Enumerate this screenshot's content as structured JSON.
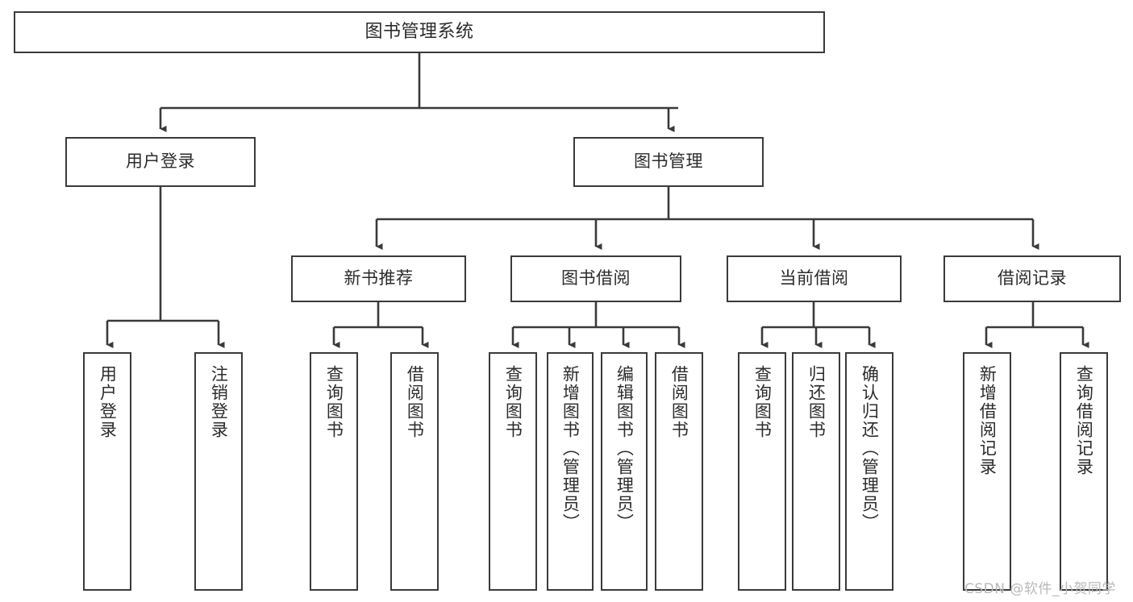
{
  "diagram": {
    "type": "tree-hierarchy",
    "title": "图书管理系统",
    "root": {
      "id": "root",
      "label": "图书管理系统"
    },
    "level1": [
      {
        "id": "user-login",
        "label": "用户登录"
      },
      {
        "id": "book-manage",
        "label": "图书管理"
      }
    ],
    "level2": [
      {
        "id": "new-book-rec",
        "label": "新书推荐",
        "parent": "book-manage"
      },
      {
        "id": "book-borrow",
        "label": "图书借阅",
        "parent": "book-manage"
      },
      {
        "id": "current-borrow",
        "label": "当前借阅",
        "parent": "book-manage"
      },
      {
        "id": "borrow-record",
        "label": "借阅记录",
        "parent": "book-manage"
      }
    ],
    "leaves": {
      "user-login": [
        {
          "id": "leaf-user-login",
          "label": "用户登录"
        },
        {
          "id": "leaf-user-logout",
          "label": "注销登录"
        }
      ],
      "new-book-rec": [
        {
          "id": "leaf-query-book-1",
          "label": "查询图书"
        },
        {
          "id": "leaf-borrow-book-1",
          "label": "借阅图书"
        }
      ],
      "book-borrow": [
        {
          "id": "leaf-query-book-2",
          "label": "查询图书"
        },
        {
          "id": "leaf-add-book",
          "label": "新增图书（管理员）"
        },
        {
          "id": "leaf-edit-book",
          "label": "编辑图书（管理员）"
        },
        {
          "id": "leaf-borrow-book-2",
          "label": "借阅图书"
        }
      ],
      "current-borrow": [
        {
          "id": "leaf-query-book-3",
          "label": "查询图书"
        },
        {
          "id": "leaf-return-book",
          "label": "归还图书"
        },
        {
          "id": "leaf-confirm-return",
          "label": "确认归还（管理员）"
        }
      ],
      "borrow-record": [
        {
          "id": "leaf-add-record",
          "label": "新增借阅记录"
        },
        {
          "id": "leaf-query-record",
          "label": "查询借阅记录"
        }
      ]
    }
  },
  "watermark": {
    "text": "CSDN @软件_小贺同学"
  },
  "colors": {
    "stroke": "#3a3a3a",
    "text": "#2b2b2b",
    "background": "#ffffff",
    "watermark": "#b9b9b9"
  }
}
